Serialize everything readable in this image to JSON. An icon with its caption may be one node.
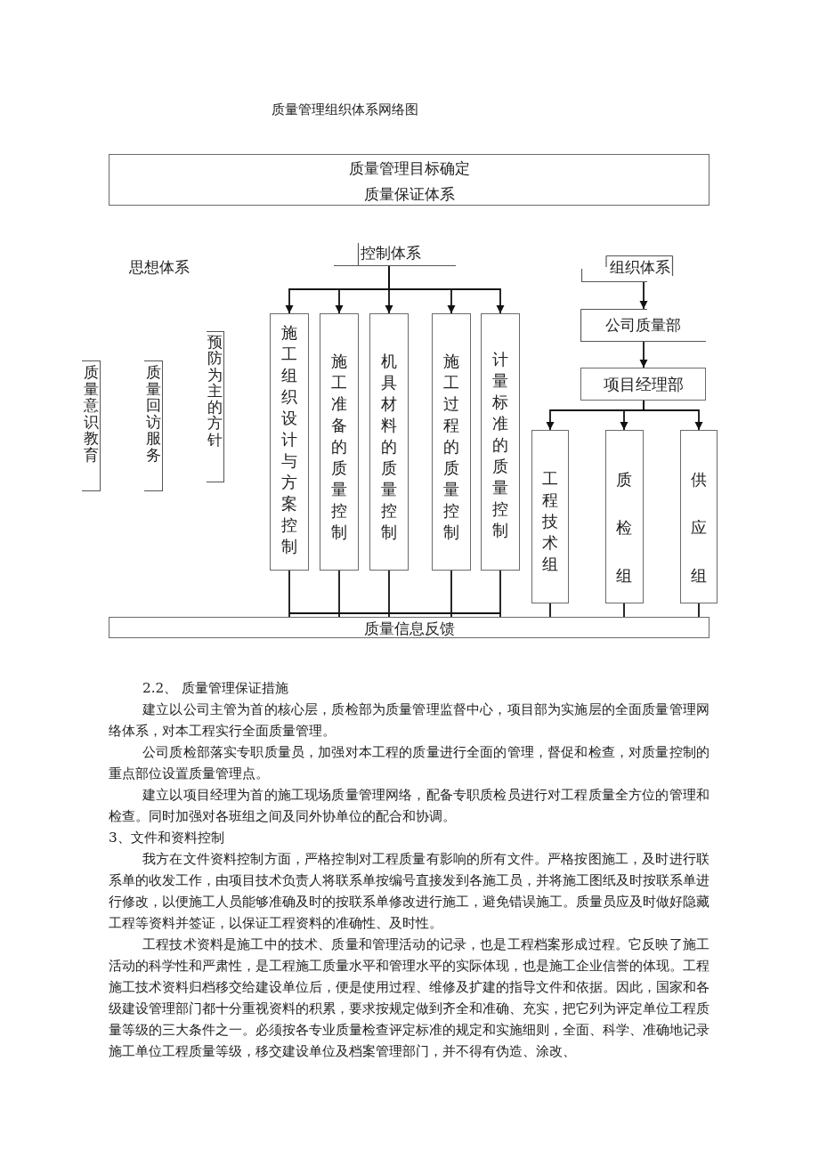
{
  "diagram": {
    "title": "质量管理组织体系网络图",
    "nodes": [
      {
        "text": [
          "质量管理目标确定",
          "质量保证体系"
        ]
      },
      {
        "text": [
          "质量意识教育"
        ]
      },
      {
        "text": [
          "质量回访服务"
        ]
      },
      {
        "text": [
          "预防为主的方针"
        ]
      },
      {
        "text": [
          "控制体系"
        ]
      },
      {
        "text": [
          "施工组织设计与方案控制"
        ]
      },
      {
        "text": [
          "施工准备的质量控制"
        ]
      },
      {
        "text": [
          "机具材料的质量控制"
        ]
      },
      {
        "text": [
          "施工过程的质量控制"
        ]
      },
      {
        "text": [
          "计量标准的质量控制"
        ]
      },
      {
        "text": [
          "组织体系"
        ]
      },
      {
        "text": [
          "公司质量部"
        ]
      },
      {
        "text": [
          "项目经理部"
        ]
      },
      {
        "text": [
          "工程技术组"
        ]
      },
      {
        "text": [
          "质检组"
        ]
      },
      {
        "text": [
          "供应组"
        ]
      },
      {
        "text": [
          "质量信息反馈"
        ]
      }
    ],
    "edges": [
      {
        "from": 4,
        "to": 5,
        "arrow": "to"
      },
      {
        "from": 4,
        "to": 6,
        "arrow": "to"
      },
      {
        "from": 4,
        "to": 7,
        "arrow": "to"
      },
      {
        "from": 4,
        "to": 8,
        "arrow": "to"
      },
      {
        "from": 4,
        "to": 9,
        "arrow": "to"
      },
      {
        "from": 5,
        "to": 16,
        "arrow": "none"
      },
      {
        "from": 6,
        "to": 16,
        "arrow": "none"
      },
      {
        "from": 7,
        "to": 16,
        "arrow": "none"
      },
      {
        "from": 8,
        "to": 16,
        "arrow": "none"
      },
      {
        "from": 9,
        "to": 16,
        "arrow": "none"
      },
      {
        "from": 10,
        "to": 11,
        "arrow": "to"
      },
      {
        "from": 11,
        "to": 12,
        "arrow": "to"
      },
      {
        "from": 12,
        "to": 13,
        "arrow": "to"
      },
      {
        "from": 12,
        "to": 14,
        "arrow": "to"
      },
      {
        "from": 12,
        "to": 15,
        "arrow": "to"
      },
      {
        "from": 13,
        "to": 16,
        "arrow": "none"
      },
      {
        "from": 14,
        "to": 16,
        "arrow": "none"
      },
      {
        "from": 15,
        "to": 16,
        "arrow": "none"
      }
    ],
    "labels": [
      "思想体系",
      "2.2、 质量管理保证措施",
      "建立以公司主管为首的核心层，质检部为质量管理监督中心，项目部为实施层的全面质量管理网络体系，对本工程实行全面质量管理。",
      "公司质检部落实专职质量员，加强对本工程的质量进行全面的管理，督促和检查，对质量控制的重点部位设置质量管理点。",
      "建立以项目经理为首的施工现场质量管理网络，配备专职质检员进行对工程质量全方位的管理和检查。同时加强对各班组之间及同外协单位的配合和协调。",
      "3、文件和资料控制",
      "我方在文件资料控制方面，严格控制对工程质量有影响的所有文件。严格按图施工，及时进行联系单的收发工作，由项目技术负责人将联系单按编号直接发到各施工员，并将施工图纸及时按联系单进行修改，以便施工人员能够准确及时的按联系单修改进行施工，避免错误施工。质量员应及时做好隐藏工程等资料并签证，以保证工程资料的准确性、及时性。",
      "工程技术资料是施工中的技术、质量和管理活动的记录，也是工程档案形成过程。它反映了施工活动的科学性和严肃性，是工程施工质量水平和管理水平的实际体现，也是施工企业信誉的体现。工程施工技术资料归档移交给建设单位后，便是使用过程、维修及扩建的指导文件和依据。因此，国家和各级建设管理部门都十分重视资料的积累，要求按规定做到齐全和准确、充实，把它列为评定单位工程质量等级的三大条件之一。必须按各专业质量检查评定标准的规定和实施细则，全面、科学、准确地记录施工单位工程质量等级，移交建设单位及档案管理部门，并不得有伪造、涂改、"
    ]
  }
}
